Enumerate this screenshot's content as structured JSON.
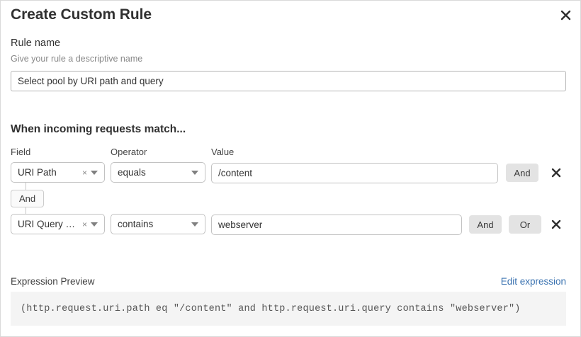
{
  "dialog": {
    "title": "Create Custom Rule",
    "close_label": "close-icon"
  },
  "rule_name": {
    "label": "Rule name",
    "description": "Give your rule a descriptive name",
    "value": "Select pool by URI path and query",
    "placeholder": "Rule name"
  },
  "match": {
    "heading": "When incoming requests match...",
    "columns": {
      "field": "Field",
      "operator": "Operator",
      "value": "Value"
    },
    "connector": {
      "label": "And"
    },
    "rows": [
      {
        "field": "URI Path",
        "operator": "equals",
        "value": "/content",
        "value_placeholder": "Value",
        "clear_label": "×",
        "buttons": [
          "And"
        ],
        "delete_label": "delete-icon"
      },
      {
        "field": "URI Query St...",
        "operator": "contains",
        "value": "webserver",
        "value_placeholder": "Value",
        "clear_label": "×",
        "buttons": [
          "And",
          "Or"
        ],
        "delete_label": "delete-icon"
      }
    ]
  },
  "expression": {
    "label": "Expression Preview",
    "edit_link": "Edit expression",
    "code": "(http.request.uri.path eq \"/content\" and http.request.uri.query contains \"webserver\")"
  },
  "colors": {
    "accent_link": "#3a72b0",
    "button_bg": "#e3e3e3",
    "code_bg": "#f4f4f4",
    "border": "#c2c2c2"
  }
}
